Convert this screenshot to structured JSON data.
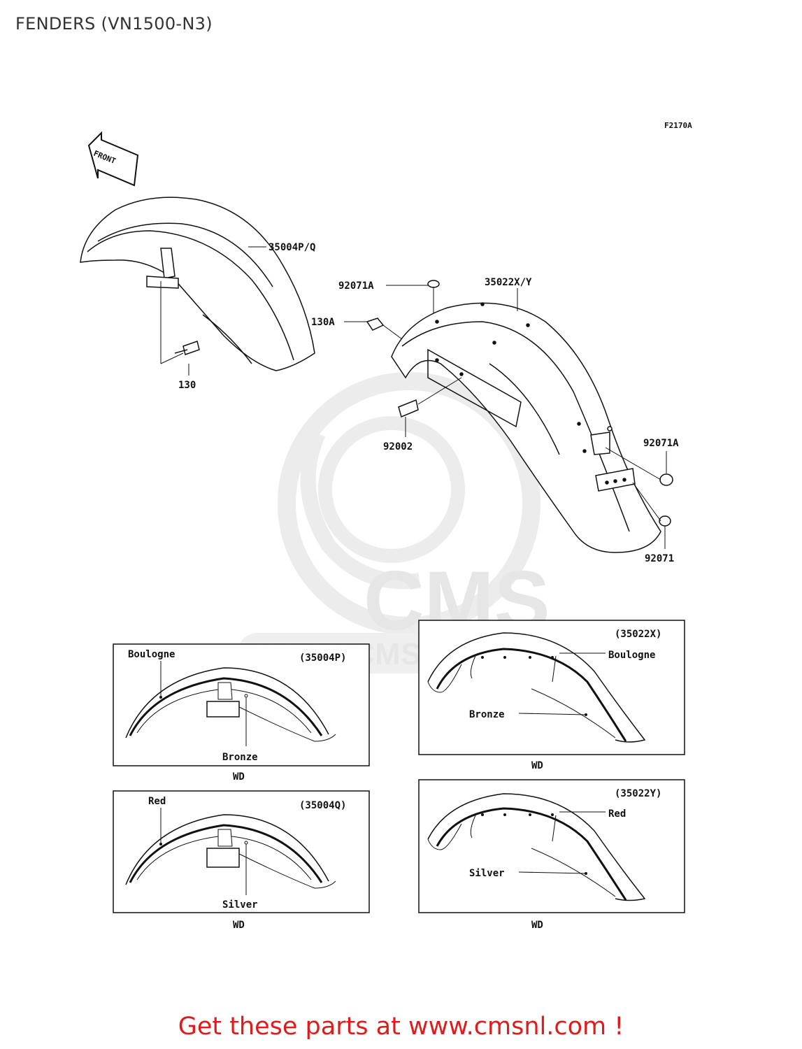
{
  "title": "FENDERS (VN1500-N3)",
  "figure_code": "F2170A",
  "front_arrow_label": "FRONT",
  "watermark": {
    "brand": "CMS",
    "url": "WWW.CMSNL.COM"
  },
  "callouts": {
    "front_fender": "35004P/Q",
    "front_bolt": "130",
    "rear_fender": "35022X/Y",
    "rear_cap_top": "92071A",
    "rear_bolt": "130A",
    "rear_screw": "92002",
    "rear_cap_right": "92071A",
    "rear_cap_bottom": "92071"
  },
  "color_panels": [
    {
      "code": "(35004P)",
      "stripe": "Boulogne",
      "body": "Bronze",
      "caption": "WD"
    },
    {
      "code": "(35004Q)",
      "stripe": "Red",
      "body": "Silver",
      "caption": "WD"
    },
    {
      "code": "(35022X)",
      "stripe": "Boulogne",
      "body": "Bronze",
      "caption": "WD"
    },
    {
      "code": "(35022Y)",
      "stripe": "Red",
      "body": "Silver",
      "caption": "WD"
    }
  ],
  "footer_text": "Get these parts at www.cmsnl.com !",
  "colors": {
    "footer": "#e01b1b",
    "watermark": "#e6e6e6",
    "line": "#111111"
  }
}
